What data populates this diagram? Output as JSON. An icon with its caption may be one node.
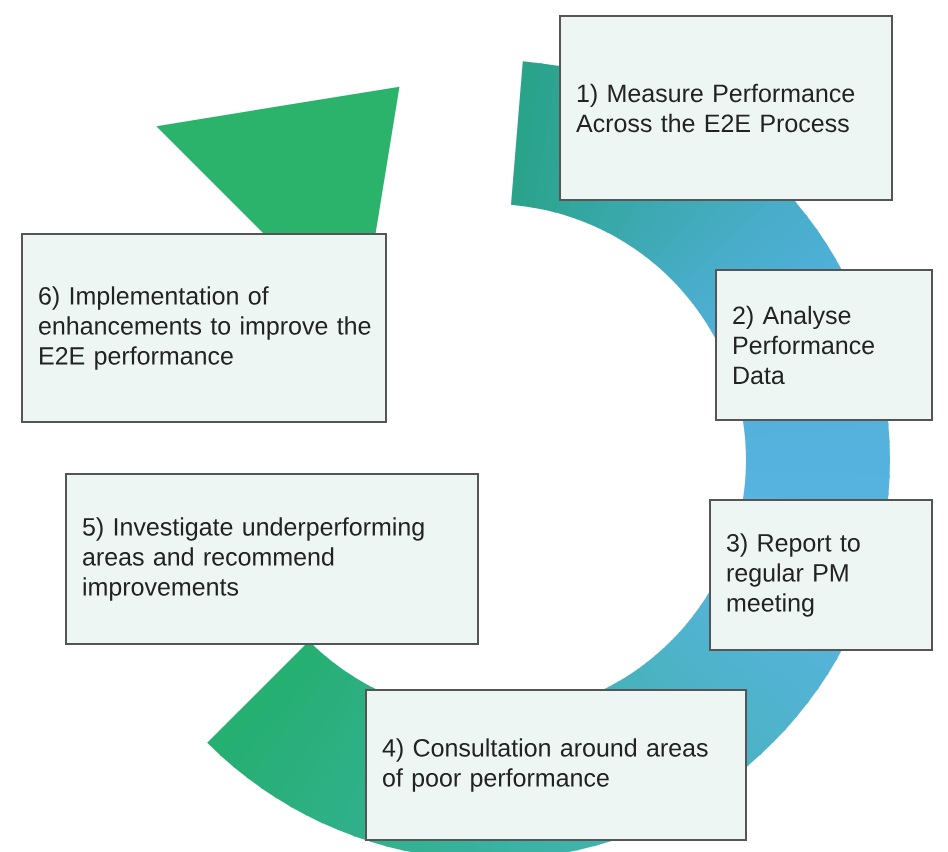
{
  "diagram": {
    "nodes": [
      {
        "text": [
          "1) Measure Performance Across the E2E Process"
        ]
      },
      {
        "text": [
          "2) Analyse Performance Data"
        ]
      },
      {
        "text": [
          "3) Report to regular PM meeting"
        ]
      },
      {
        "text": [
          "4) Consultation around areas of poor performance"
        ]
      },
      {
        "text": [
          "5) Investigate underperforming areas and recommend improvements"
        ]
      },
      {
        "text": [
          "6) Implementation of enhancements to improve the E2E performance"
        ]
      }
    ]
  }
}
